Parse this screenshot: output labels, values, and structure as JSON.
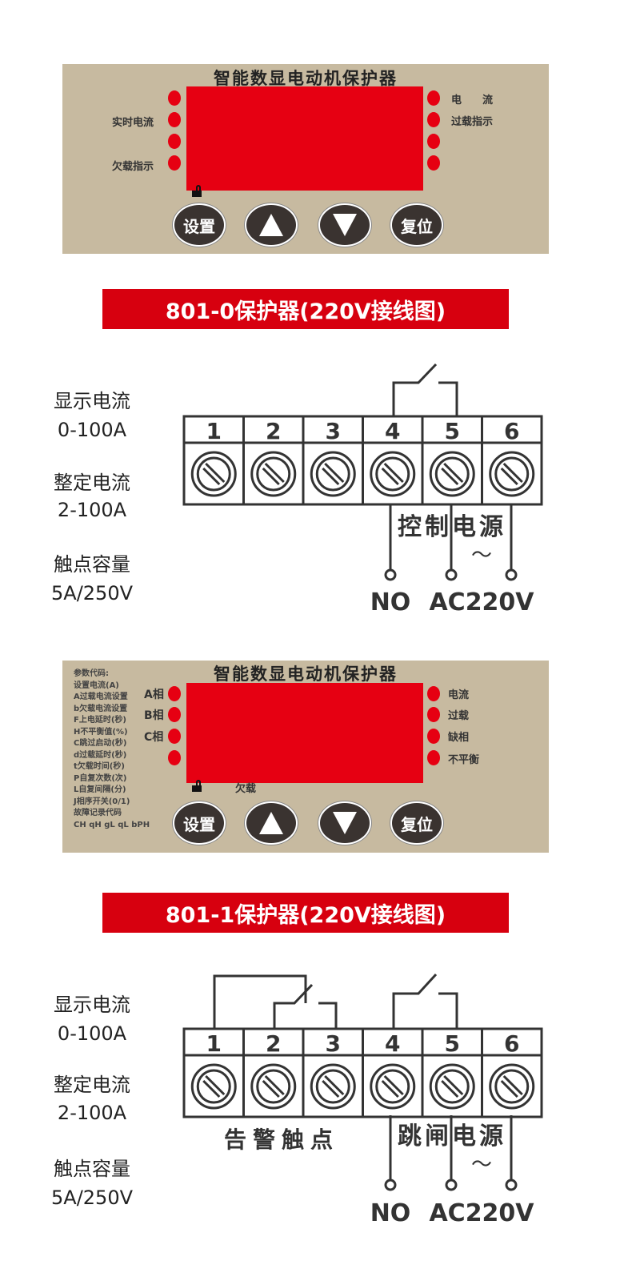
{
  "panel1": {
    "title": "智能数显电动机保护器",
    "left_labels": [
      "实时电流",
      "欠载指示"
    ],
    "right_labels": [
      "电　　流",
      "过载指示"
    ],
    "buttons": [
      "设置",
      "▲",
      "▼",
      "复位"
    ]
  },
  "banner1": "801-0保护器(220V接线图)",
  "specs": {
    "display_label": "显示电流",
    "display_value": "0-100A",
    "setting_label": "整定电流",
    "setting_value": "2-100A",
    "contact_label": "触点容量",
    "contact_value": "5A/250V"
  },
  "diagram1": {
    "terminals": [
      "1",
      "2",
      "3",
      "4",
      "5",
      "6"
    ],
    "power_label": "控制电源",
    "ac_symbol": "～",
    "no_label": "NO",
    "ac_label": "AC220V"
  },
  "panel2": {
    "title": "智能数显电动机保护器",
    "codes": [
      "参数代码:",
      "设置电流(A)",
      "A过载电流设置",
      "b欠载电流设置",
      "F上电延时(秒)",
      "H不平衡值(%)",
      "C跳过启动(秒)",
      "d过载延时(秒)",
      "t欠载时间(秒)",
      "P自复次数(次)",
      "L自复间隔(分)",
      "J相序开关(0/1)",
      "故障记录代码",
      "CH qH gL qL bPH"
    ],
    "phase_labels": [
      "A相",
      "B相",
      "C相"
    ],
    "right_labels": [
      "电流",
      "过载",
      "缺相",
      "不平衡"
    ],
    "underload_label": "欠载",
    "buttons": [
      "设置",
      "▲",
      "▼",
      "复位"
    ]
  },
  "banner2": "801-1保护器(220V接线图)",
  "diagram2": {
    "terminals": [
      "1",
      "2",
      "3",
      "4",
      "5",
      "6"
    ],
    "alarm_label": "告警触点",
    "power_label": "跳闸电源",
    "ac_symbol": "～",
    "no_label": "NO",
    "ac_label": "AC220V"
  }
}
